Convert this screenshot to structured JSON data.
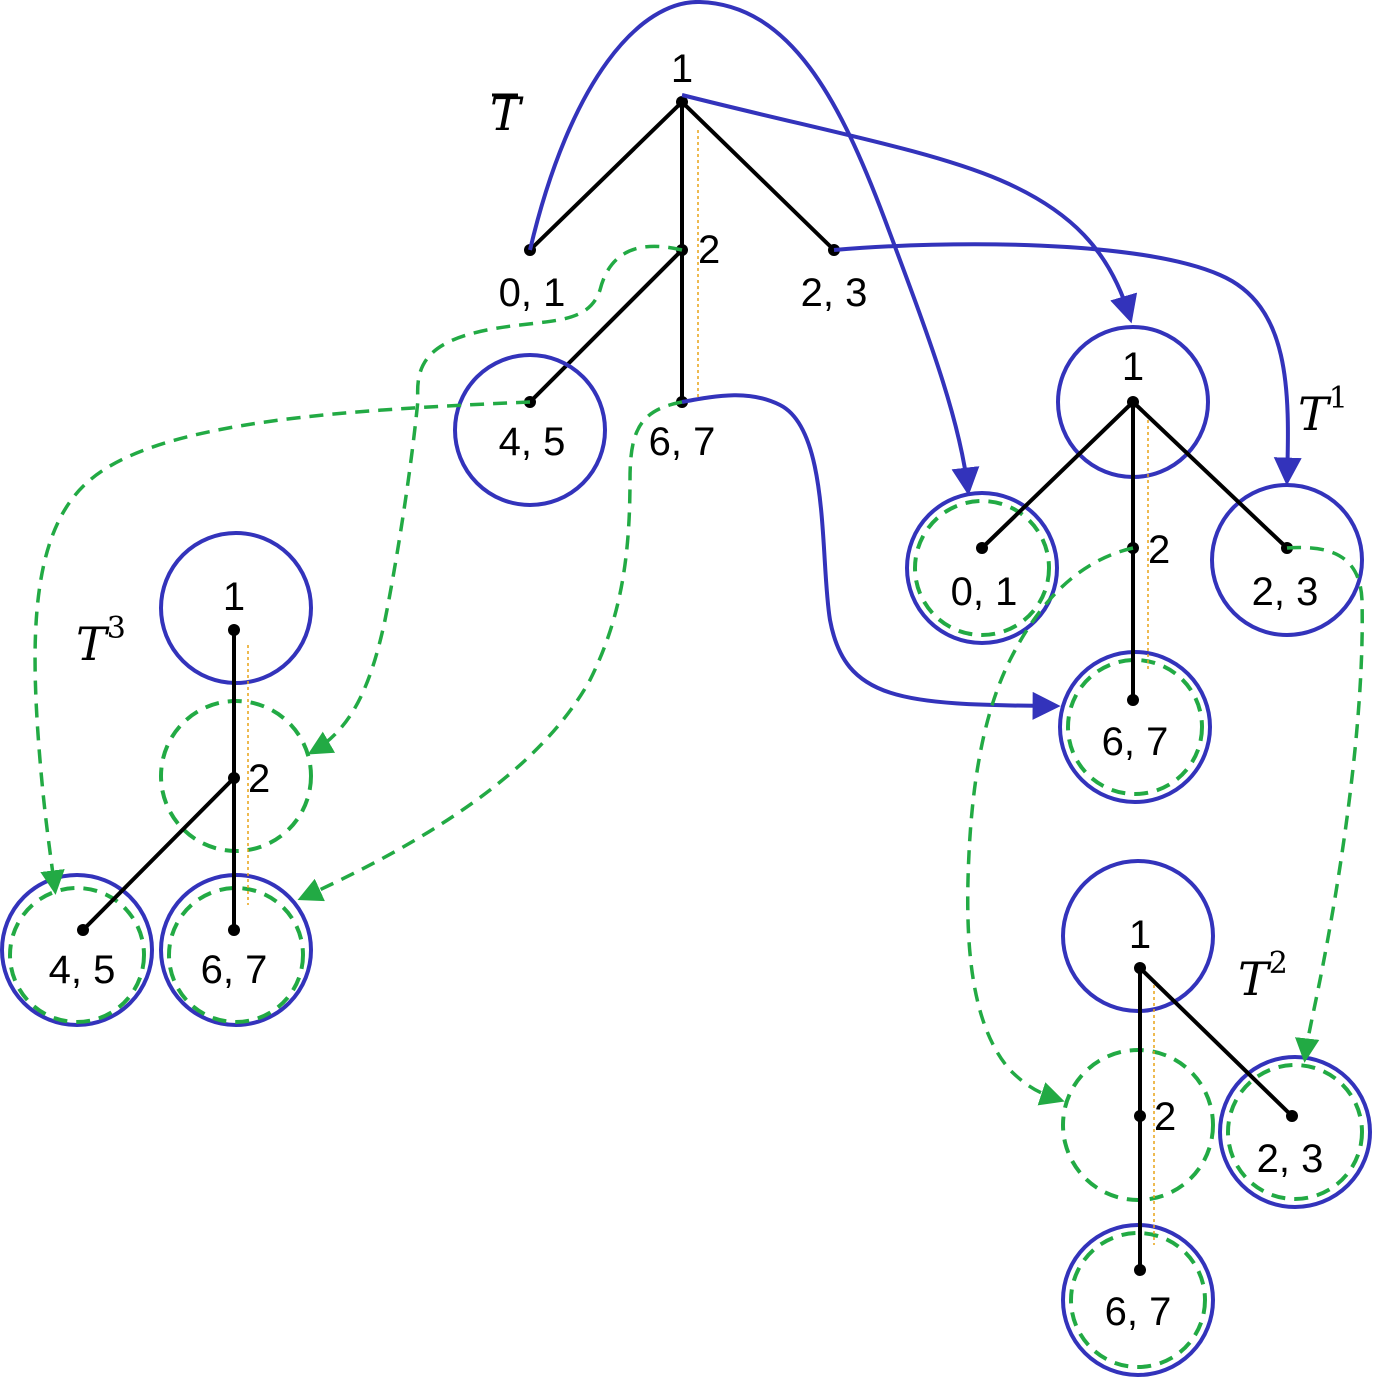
{
  "colors": {
    "blue": "#3333BB",
    "green": "#22AA44",
    "black": "#000000",
    "orange": "#E8A317"
  },
  "trees": {
    "tbar": {
      "name": "T",
      "bar": true,
      "sup": ""
    },
    "t1": {
      "name": "T",
      "sup": "1"
    },
    "t2": {
      "name": "T",
      "sup": "2"
    },
    "t3": {
      "name": "T",
      "sup": "3"
    }
  },
  "labels": {
    "root": "1",
    "mid": "2",
    "n01": "0, 1",
    "n23": "2, 3",
    "n45": "4, 5",
    "n67": "6, 7"
  }
}
